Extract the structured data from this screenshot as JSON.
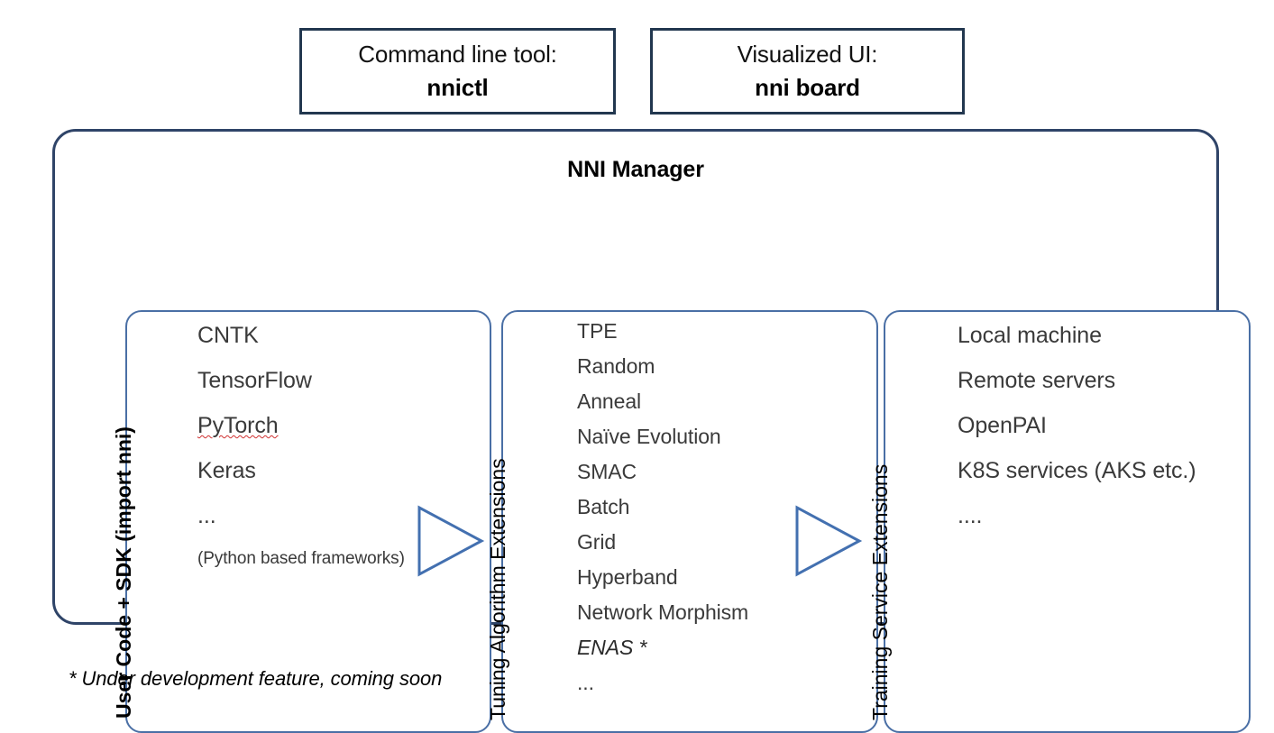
{
  "top_boxes": [
    {
      "caption": "Command line tool:",
      "value": "nnictl"
    },
    {
      "caption": "Visualized UI:",
      "value": "nni board"
    }
  ],
  "manager": {
    "title": "NNI Manager",
    "panels": [
      {
        "vlabel": "User Code + SDK (import nni)",
        "items": [
          {
            "text": "CNTK"
          },
          {
            "text": "TensorFlow"
          },
          {
            "text": "PyTorch",
            "style": "spell"
          },
          {
            "text": "Keras"
          },
          {
            "text": "..."
          },
          {
            "text": "(Python based frameworks)",
            "style": "small"
          }
        ]
      },
      {
        "vlabel": "Tuning Algorithm Extensions",
        "items": [
          {
            "text": "TPE"
          },
          {
            "text": "Random"
          },
          {
            "text": "Anneal"
          },
          {
            "text": "Naïve Evolution"
          },
          {
            "text": "SMAC"
          },
          {
            "text": "Batch"
          },
          {
            "text": "Grid"
          },
          {
            "text": "Hyperband"
          },
          {
            "text": "Network Morphism"
          },
          {
            "text": "ENAS *",
            "style": "italic"
          },
          {
            "text": "..."
          }
        ]
      },
      {
        "vlabel": "Training Service Extensions",
        "items": [
          {
            "text": "Local machine"
          },
          {
            "text": "Remote servers"
          },
          {
            "text": "OpenPAI"
          },
          {
            "text": "K8S services (AKS etc.)"
          },
          {
            "text": "...."
          }
        ]
      }
    ]
  },
  "footnote": "* Under development feature, coming soon",
  "colors": {
    "outer_border": "#2F4468",
    "panel_border": "#4A6FA5",
    "top_box_border": "#22374F",
    "arrow_stroke": "#4370B0",
    "list_text": "#3A3A3A",
    "spellcheck_underline": "#d03030"
  }
}
